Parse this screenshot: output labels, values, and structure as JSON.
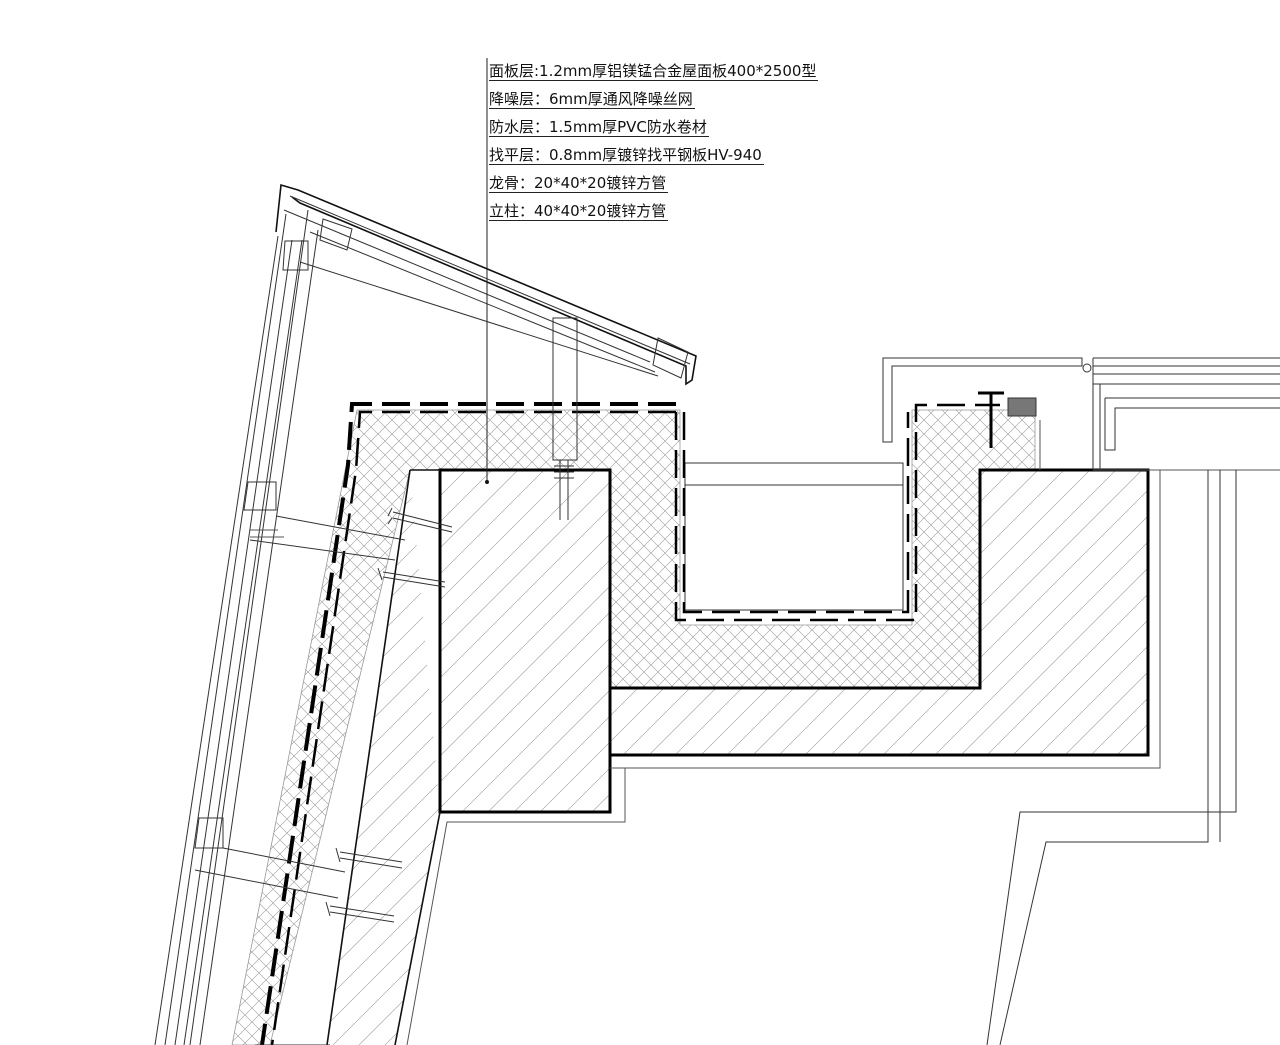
{
  "callouts": [
    {
      "text": "面板层:1.2mm厚铝镁锰合金屋面板400*2500型"
    },
    {
      "text": "降噪层：6mm厚通风降噪丝网"
    },
    {
      "text": "防水层：1.5mm厚PVC防水卷材"
    },
    {
      "text": "找平层：0.8mm厚镀锌找平钢板HV-940"
    },
    {
      "text": "龙骨：20*40*20镀锌方管"
    },
    {
      "text": "立柱：40*40*20镀锌方管"
    }
  ],
  "colors": {
    "line": "#000000",
    "hatch": "#8a8a8a",
    "sealant_block": "#777777",
    "background": "#ffffff"
  }
}
